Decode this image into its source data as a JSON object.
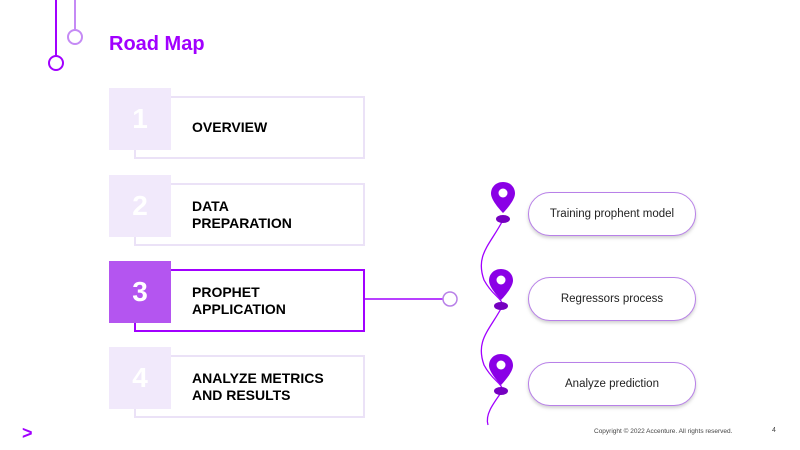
{
  "slide": {
    "title": "Road Map",
    "footer_logo": ">",
    "copyright": "Copyright © 2022 Accenture. All rights reserved.",
    "page_number": "4"
  },
  "steps": [
    {
      "number": "1",
      "label": "OVERVIEW",
      "active": false
    },
    {
      "number": "2",
      "label": "DATA\nPREPARATION",
      "active": false
    },
    {
      "number": "3",
      "label": "PROPHET\nAPPLICATION",
      "active": true
    },
    {
      "number": "4",
      "label": "ANALYZE METRICS\nAND RESULTS",
      "active": false
    }
  ],
  "substeps": [
    {
      "label": "Training prophent model",
      "icon": "location-pin-icon"
    },
    {
      "label": "Regressors process",
      "icon": "location-pin-icon"
    },
    {
      "label": "Analyze prediction",
      "icon": "location-pin-icon"
    }
  ],
  "colors": {
    "accent": "#a100ff",
    "active_number_bg": "#b455f0",
    "inactive_number_bg": "#f1e9fb",
    "active_border": "#a100ff",
    "inactive_border": "#ebe2f7"
  }
}
